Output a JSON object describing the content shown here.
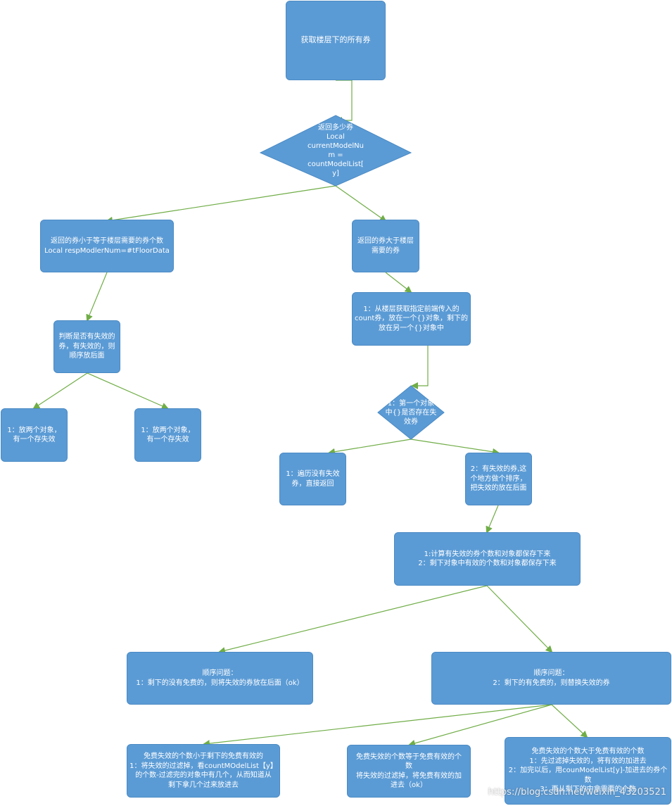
{
  "nodes": {
    "get_all": "获取楼层下的所有券",
    "decision_count": "返回多少券\nLocal\ncurrentModelNu\nm =\ncountModelList[\ny]",
    "less_equal": "返回的券小于等于楼层需要的券个数\nLocal respModlerNum=#tFloorData",
    "greater": "返回的券大于楼层\n需要的券",
    "judge_invalid": "判断是否有失效的\n券，有失效的，则\n顺序放后面",
    "left_obj_a": "1：放两个对象，\n有一个存失效",
    "left_obj_b": "1：放两个对象，\n有一个存失效",
    "from_floor": "1：从楼层获取指定前端传入的\ncount券，放在一个{}对象，剩下的\n放在另一个{}对象中",
    "decision_first_obj": "1：第一个对象\n中{}是否存在失\n效券",
    "no_invalid": "1：遍历没有失效\n券，直接返回",
    "has_invalid": "2：有失效的券,这\n个地方做个排序，\n把失效的放在后面",
    "calc": "1:计算有失效的券个数和对象都保存下来\n2：剩下对象中有效的个数和对象都保存下来",
    "order_no_free": "顺序问题：\n1：剩下的没有免费的，则将失效的券放在后面（ok）",
    "order_has_free": "顺序问题：\n2：剩下的有免费的，则替换失效的券",
    "case_less": "免费失效的个数小于剩下的免费有效的\n1：将失效的过滤掉，看countMOdelList【y】\n的个数-过滤完的对象中有几个，从而知道从\n剩下拿几个过来放进去",
    "case_equal": "免费失效的个数等于免费有效的个\n数\n将失效的过滤掉，将免费有效的加\n进去（ok）",
    "case_greater": "免费失效的个数大于免费有效的个数\n1：先过滤掉失效的，将有效的加进去\n2：加完以后，用counModelList[y]-加进去的券个\n数\n3：再从剩下的中拿需要的个数"
  },
  "watermark": "https://blog.csdn.net/weixin_43203521",
  "colors": {
    "box_fill": "#5b9bd5",
    "box_border": "#4a8ac4",
    "connector": "#70ad47",
    "text": "#ffffff"
  }
}
